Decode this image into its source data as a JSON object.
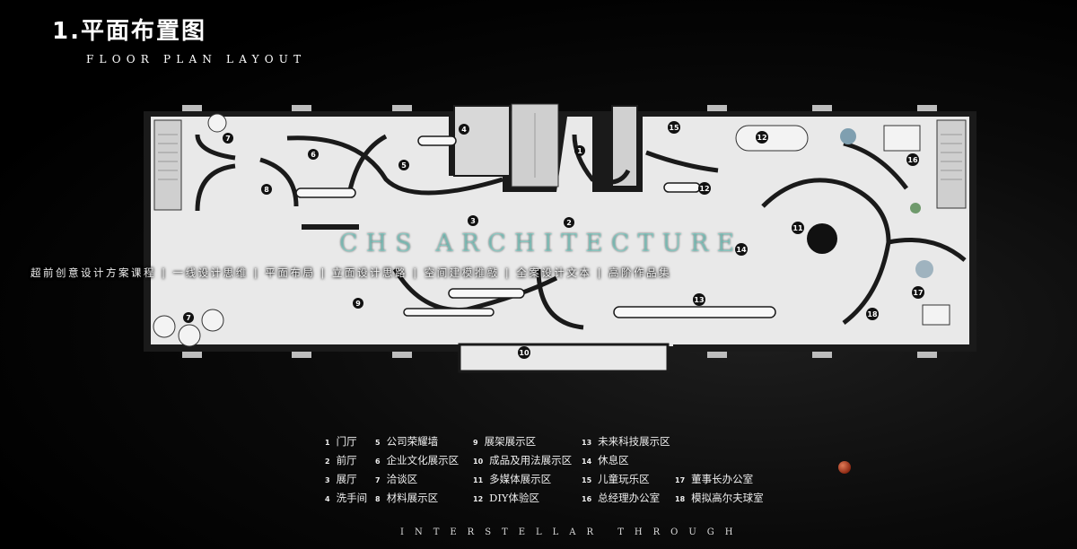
{
  "title": "1.平面布置图",
  "subtitle": "FLOOR PLAN LAYOUT",
  "footer": "INTERSTELLAR THROUGH",
  "watermark": {
    "brand": "CHS ARCHITECTURE",
    "strip": "超前创意设计方案课程 | 一线设计思维 | 平面布局 | 立面设计思路 | 空间建模推敲 | 全案设计文本 | 高阶作品集"
  },
  "plan_labels": [
    "1",
    "2",
    "3",
    "4",
    "5",
    "6",
    "7",
    "7",
    "8",
    "9",
    "10",
    "11",
    "12",
    "12",
    "13",
    "14",
    "15",
    "16",
    "17",
    "18"
  ],
  "legend": [
    {
      "num": "1",
      "text": "门厅"
    },
    {
      "num": "2",
      "text": "前厅"
    },
    {
      "num": "3",
      "text": "展厅"
    },
    {
      "num": "4",
      "text": "洗手间"
    },
    {
      "num": "5",
      "text": "公司荣耀墙"
    },
    {
      "num": "6",
      "text": "企业文化展示区"
    },
    {
      "num": "7",
      "text": "洽谈区"
    },
    {
      "num": "8",
      "text": "材料展示区"
    },
    {
      "num": "9",
      "text": "展架展示区"
    },
    {
      "num": "10",
      "text": "成品及用法展示区"
    },
    {
      "num": "11",
      "text": "多媒体展示区"
    },
    {
      "num": "12",
      "text": "DIY体验区"
    },
    {
      "num": "13",
      "text": "未来科技展示区"
    },
    {
      "num": "14",
      "text": "休息区"
    },
    {
      "num": "15",
      "text": "儿童玩乐区"
    },
    {
      "num": "16",
      "text": "总经理办公室"
    },
    {
      "num": "17",
      "text": "董事长办公室"
    },
    {
      "num": "18",
      "text": "模拟高尔夫球室"
    }
  ],
  "colors": {
    "background": "#000000",
    "floor": "#e8e8e8",
    "wall": "#1a1a1a",
    "watermark": "#78e1d7"
  }
}
